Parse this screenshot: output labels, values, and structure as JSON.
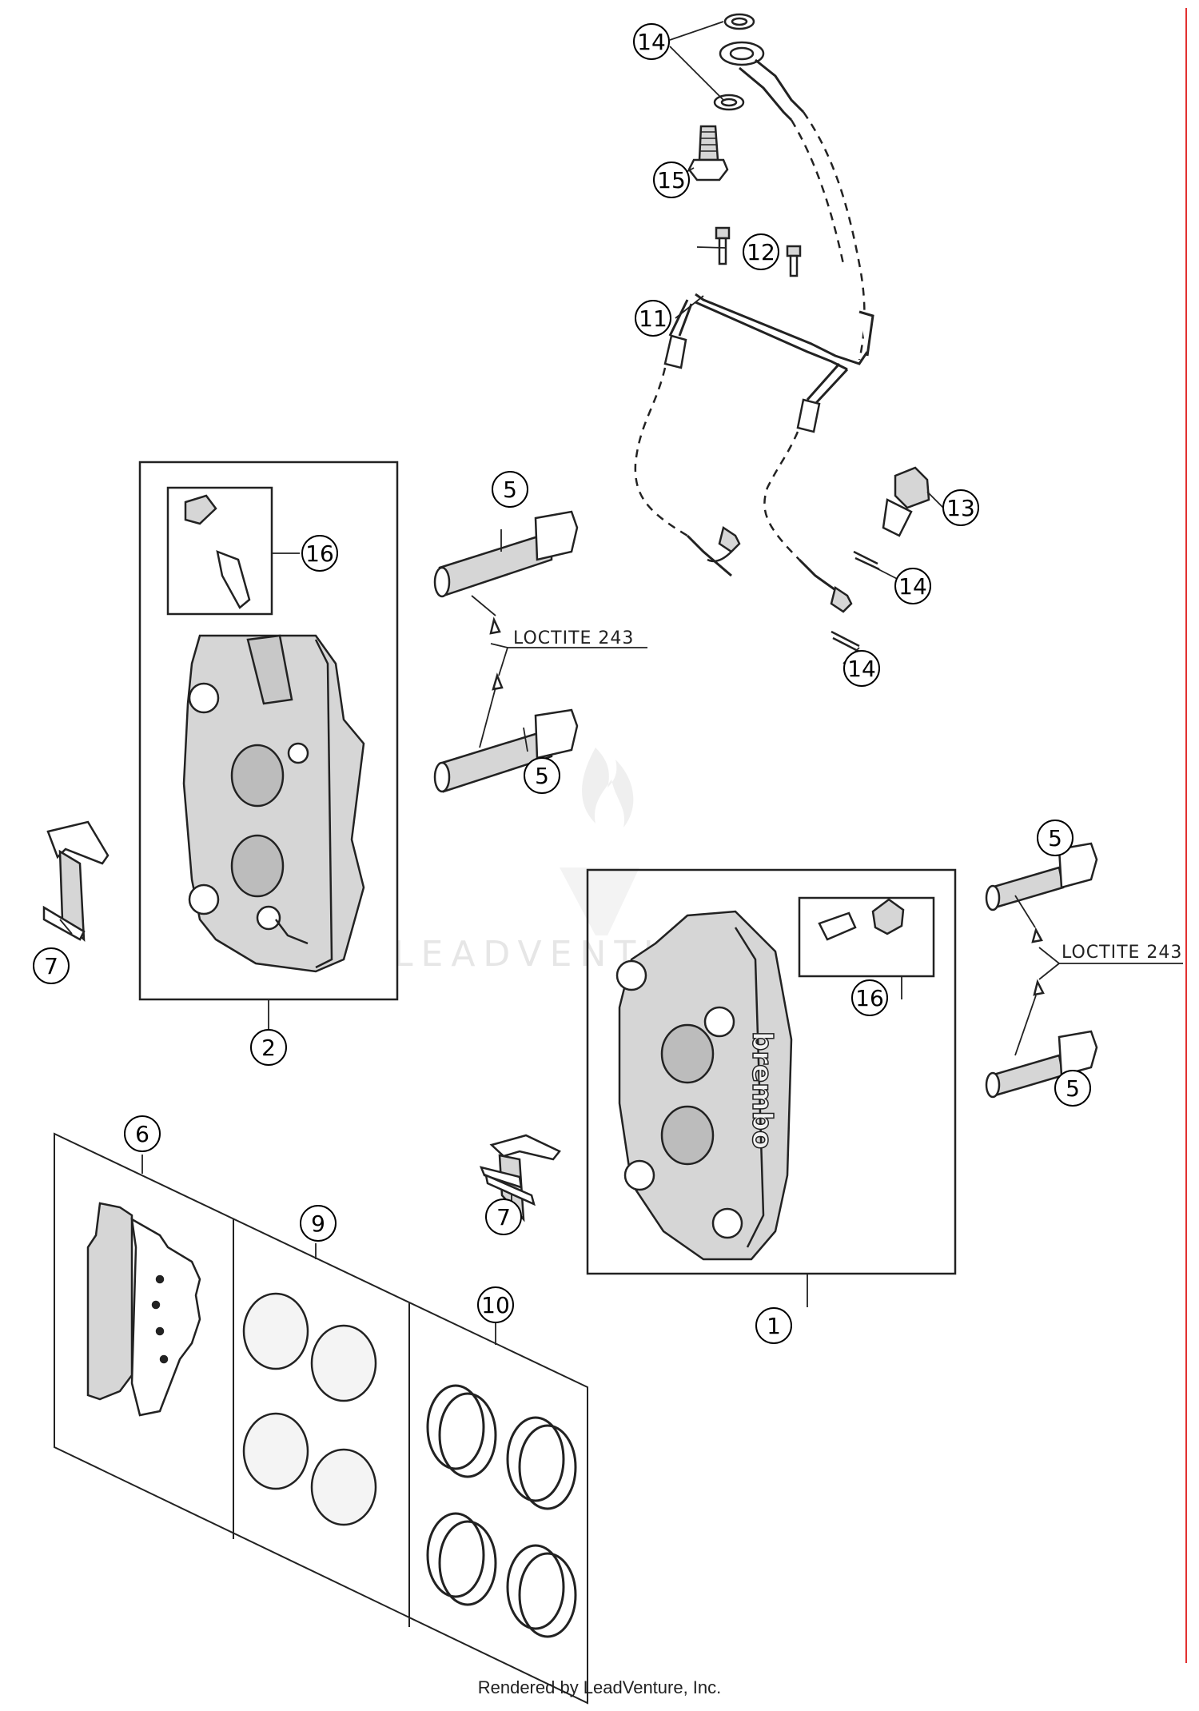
{
  "callouts": {
    "c1": "1",
    "c2": "2",
    "c5a": "5",
    "c5b": "5",
    "c5c": "5",
    "c5d": "5",
    "c6": "6",
    "c7a": "7",
    "c7b": "7",
    "c9": "9",
    "c10": "10",
    "c11": "11",
    "c12": "12",
    "c13": "13",
    "c14a": "14",
    "c14b": "14",
    "c14c": "14",
    "c15": "15",
    "c16a": "16",
    "c16b": "16"
  },
  "notes": {
    "loctite_left": "LOCTITE 243",
    "loctite_right": "LOCTITE 243"
  },
  "caliper_brand": "brembo",
  "watermark": "LEADVENTURE",
  "footer": "Rendered by LeadVenture, Inc.",
  "colors": {
    "line": "#222222",
    "fill": "#d6d6d6",
    "frame_red": "#e23030"
  }
}
